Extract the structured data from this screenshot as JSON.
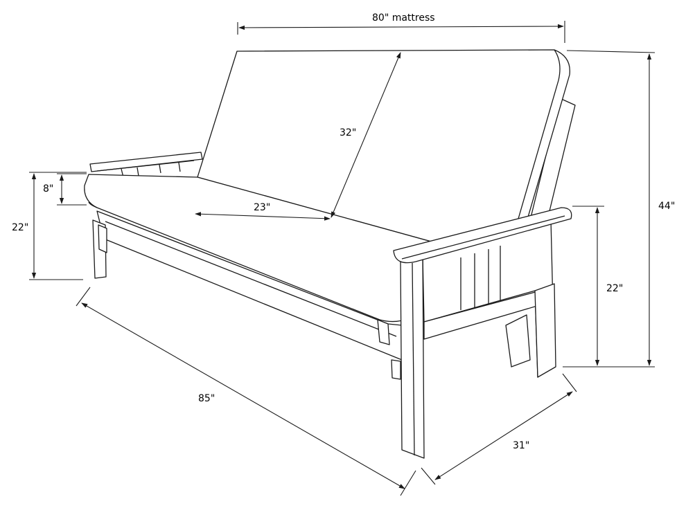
{
  "labels": {
    "mattress_width": "80\" mattress",
    "back_height": "32\"",
    "seat_depth": "23\"",
    "cushion_thickness": "8\"",
    "seat_height_left": "22\"",
    "arm_height_right": "22\"",
    "total_height": "44\"",
    "total_width": "85\"",
    "total_depth": "31\""
  },
  "colors": {
    "line": "#1a1a1a",
    "background": "#ffffff"
  }
}
